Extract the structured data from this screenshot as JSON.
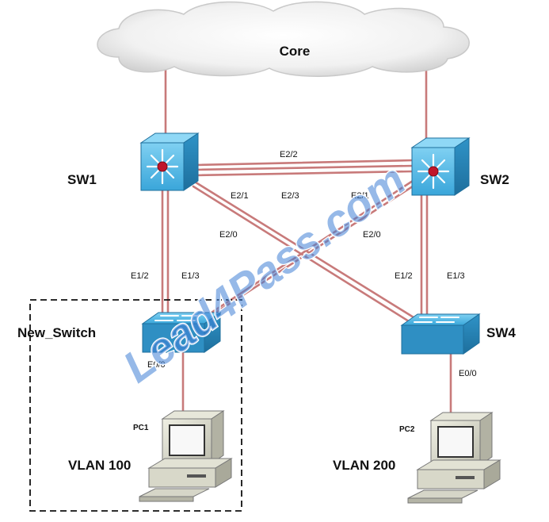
{
  "watermark": "Lead4Pass.com",
  "nodes": {
    "core": "Core",
    "sw1": "SW1",
    "sw2": "SW2",
    "new_switch": "New_Switch",
    "sw4": "SW4",
    "pc1": "PC1",
    "pc2": "PC2"
  },
  "vlans": {
    "left": "VLAN 100",
    "right": "VLAN 200"
  },
  "ports": {
    "sw1_sw2_top": "E2/2",
    "sw1_e21": "E2/1",
    "mid_e23": "E2/3",
    "sw2_e21": "E2/1",
    "sw1_e20": "E2/0",
    "sw2_e20": "E2/0",
    "left_e12": "E1/2",
    "left_e13": "E1/3",
    "right_e12": "E1/2",
    "right_e13": "E1/3",
    "new_e00": "E0/0",
    "sw4_e00": "E0/0"
  },
  "colors": {
    "link": "#c87a7a",
    "switch": "#39a3d8",
    "router_dot": "#c0152a"
  }
}
